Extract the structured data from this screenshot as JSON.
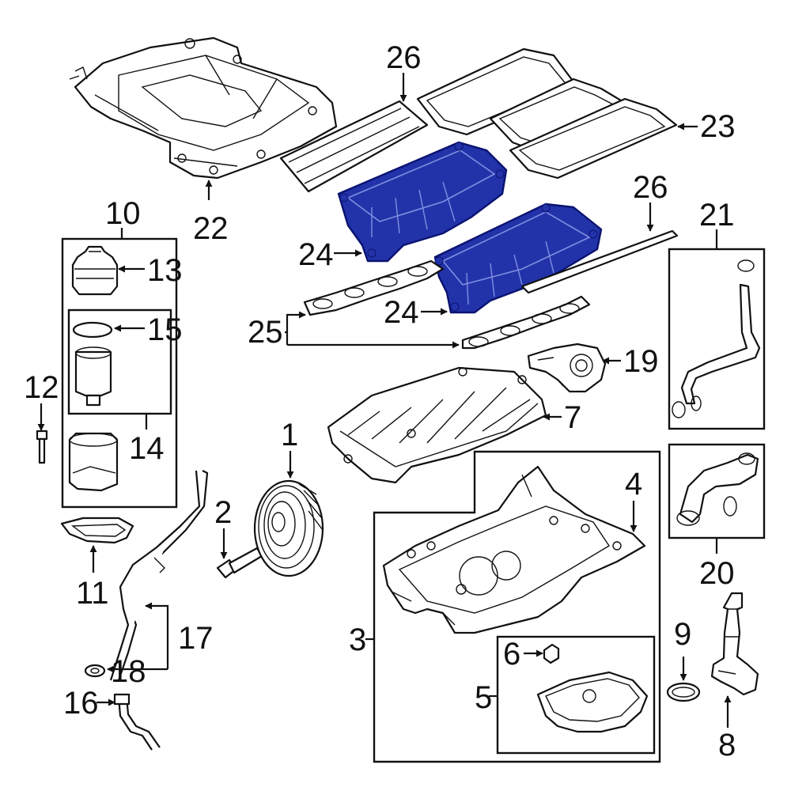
{
  "colors": {
    "line": "#111111",
    "highlight_fill": "#2233aa",
    "highlight_stroke": "#0b1370",
    "background": "#ffffff"
  },
  "callouts": {
    "c1": "1",
    "c2": "2",
    "c3": "3",
    "c4": "4",
    "c5": "5",
    "c6": "6",
    "c7": "7",
    "c8": "8",
    "c9": "9",
    "c10": "10",
    "c11": "11",
    "c12": "12",
    "c13": "13",
    "c14": "14",
    "c15": "15",
    "c16": "16",
    "c17": "17",
    "c18": "18",
    "c19": "19",
    "c20": "20",
    "c21": "21",
    "c22": "22",
    "c23": "23",
    "c24a": "24",
    "c24b": "24",
    "c25": "25",
    "c26a": "26",
    "c26b": "26"
  }
}
